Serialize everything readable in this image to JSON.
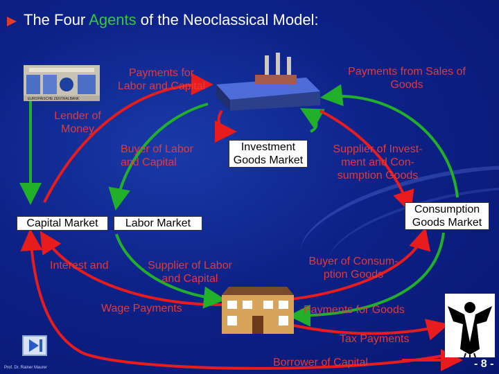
{
  "title": {
    "prefix": "The Four ",
    "highlight": "Agents",
    "suffix": " of the Neoclassical Model:"
  },
  "labels": {
    "payments_labor_capital": "Payments for\nLabor and Capital",
    "payments_sales_goods": "Payments from Sales of\nGoods",
    "lender_of_money": "Lender of\nMoney",
    "buyer_labor_capital": "Buyer of Labor\nand Capital",
    "supplier_investment": "Supplier of Invest-\nment and Con-\nsumption Goods",
    "interest_and": "Interest and",
    "supplier_labor_capital": "Supplier of Labor\nand Capital",
    "buyer_consumption": "Buyer of Consum-\nption Goods",
    "wage_payments": "Wage Payments",
    "payments_for_goods": "Payments for Goods",
    "tax_payments": "Tax Payments",
    "borrower_of_capital": "Borrower of Capital"
  },
  "markets": {
    "investment_goods": "Investment\nGoods Market",
    "capital": "Capital Market",
    "labor": "Labor Market",
    "consumption_goods": "Consumption\nGoods Market"
  },
  "bank_sign": "EUROPÄISCHE ZENTRALBANK",
  "author": "Prof. Dr. Rainer Maurer",
  "page_number": "- 8 -",
  "colors": {
    "red_flow": "#e81c1c",
    "green_flow": "#22b02a",
    "label_red": "#e23a3a",
    "highlight": "#34c93a"
  }
}
